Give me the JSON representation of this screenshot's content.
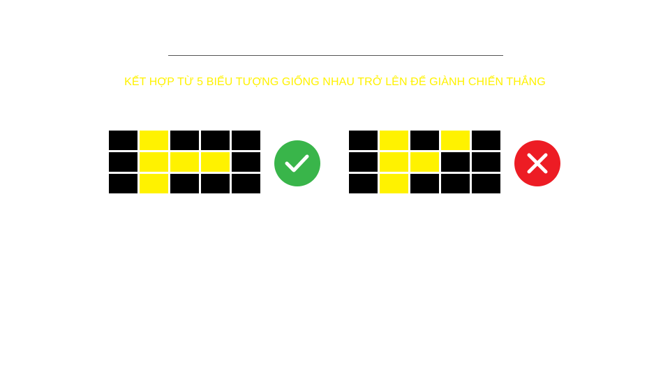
{
  "headline": "KẾT HỢP TỪ 5 BIỂU TƯỢNG GIỐNG NHAU TRỞ LÊN ĐỂ GIÀNH CHIẾN THẮNG",
  "colors": {
    "headline": "#fff200",
    "filled": "#fff200",
    "empty": "#000000",
    "valid": "#39b54a",
    "invalid": "#ed1c24"
  },
  "examples": [
    {
      "result": "valid",
      "icon": "checkmark-icon",
      "pattern": [
        [
          0,
          1,
          0,
          0,
          0
        ],
        [
          0,
          1,
          1,
          1,
          0
        ],
        [
          0,
          1,
          0,
          0,
          0
        ]
      ]
    },
    {
      "result": "invalid",
      "icon": "cross-icon",
      "pattern": [
        [
          0,
          1,
          0,
          1,
          0
        ],
        [
          0,
          1,
          1,
          0,
          0
        ],
        [
          0,
          1,
          0,
          0,
          0
        ]
      ]
    }
  ]
}
